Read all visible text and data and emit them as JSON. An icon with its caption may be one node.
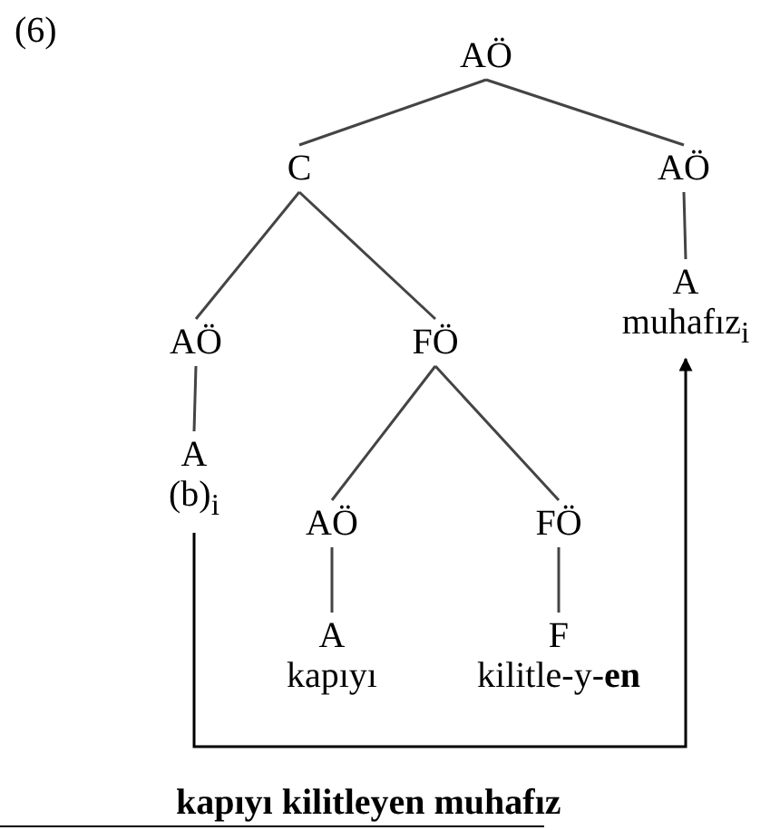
{
  "diagram": {
    "caption": "kapıyı kilitleyen muhafız",
    "nodes": [
      {
        "text": [
          "AÖ"
        ]
      },
      {
        "text": [
          "C"
        ]
      },
      {
        "text": [
          "AÖ"
        ]
      },
      {
        "text": [
          "AÖ"
        ]
      },
      {
        "text": [
          "FÖ"
        ]
      },
      {
        "text": [
          "A",
          "muhafız$_{i}$"
        ]
      },
      {
        "text": [
          "A",
          "(b)$_{i}$"
        ]
      },
      {
        "text": [
          "AÖ"
        ]
      },
      {
        "text": [
          "FÖ"
        ]
      },
      {
        "text": [
          "A",
          "kapıyı"
        ]
      },
      {
        "text": [
          "F",
          "kilitle-y-**en**"
        ]
      }
    ],
    "edges": [
      {
        "from": 0,
        "to": 1,
        "arrow": "none"
      },
      {
        "from": 0,
        "to": 2,
        "arrow": "none"
      },
      {
        "from": 1,
        "to": 3,
        "arrow": "none"
      },
      {
        "from": 1,
        "to": 4,
        "arrow": "none"
      },
      {
        "from": 2,
        "to": 5,
        "arrow": "none"
      },
      {
        "from": 3,
        "to": 6,
        "arrow": "none"
      },
      {
        "from": 4,
        "to": 7,
        "arrow": "none"
      },
      {
        "from": 4,
        "to": 8,
        "arrow": "none"
      },
      {
        "from": 7,
        "to": 9,
        "arrow": "none"
      },
      {
        "from": 8,
        "to": 10,
        "arrow": "none"
      },
      {
        "from": 6,
        "to": 5,
        "arrow": "to"
      }
    ],
    "labels": [
      "(6)"
    ]
  }
}
